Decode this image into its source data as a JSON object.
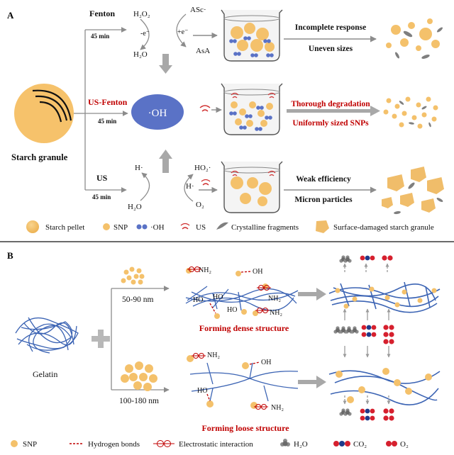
{
  "panelA": {
    "label": "A",
    "granule_label": "Starch granule",
    "routes": {
      "fenton": {
        "name": "Fenton",
        "time": "45 min"
      },
      "usfenton": {
        "name": "US-Fenton",
        "time": "45 min"
      },
      "us": {
        "name": "US",
        "time": "45 min"
      }
    },
    "chem": {
      "h2o2": "H₂O₂",
      "h2o_top": "H₂O",
      "minus_e": "-e⁻",
      "plus_e": "+e⁻",
      "asc": "ASc·",
      "asa": "AsA",
      "oh_radical": "·OH",
      "h_rad": "H·",
      "h2o_bottom": "H₂O",
      "ho2": "HO₂·",
      "h_rad2": "H·",
      "o2": "O₂"
    },
    "results": [
      {
        "line1": "Incomplete  response",
        "line2": "Uneven sizes",
        "color": "#111111"
      },
      {
        "line1": "Thorough degradation",
        "line2": "Uniformly sized SNPs",
        "color": "#c00000"
      },
      {
        "line1": "Weak efficiency",
        "line2": "Micron particles",
        "color": "#111111"
      }
    ],
    "legend": {
      "pellet": "Starch pellet",
      "snp": "SNP",
      "oh": "·OH",
      "us": "US",
      "crystal": "Crystalline fragments",
      "damaged": "Surface-damaged starch granule"
    }
  },
  "panelB": {
    "label": "B",
    "gelatin_label": "Gelatin",
    "size_small": "50-90 nm",
    "size_large": "100-180 nm",
    "dense_label": "Forming dense structure",
    "loose_label": "Forming loose structure",
    "groups": {
      "nh2": "NH₂",
      "oh": "OH",
      "ho": "HO"
    },
    "legend": {
      "snp": "SNP",
      "hbond": "Hydrogen bonds",
      "electro": "Electrostatic interaction",
      "h2o": "H₂O",
      "co2": "CO₂",
      "o2": "O₂"
    }
  },
  "colors": {
    "starch": "#f4c16b",
    "oh_blue": "#5a72c6",
    "red": "#c00000",
    "chain": "#3c64b4",
    "arrow_gray": "#9a9a9a",
    "crystal": "#7f7f7f"
  }
}
